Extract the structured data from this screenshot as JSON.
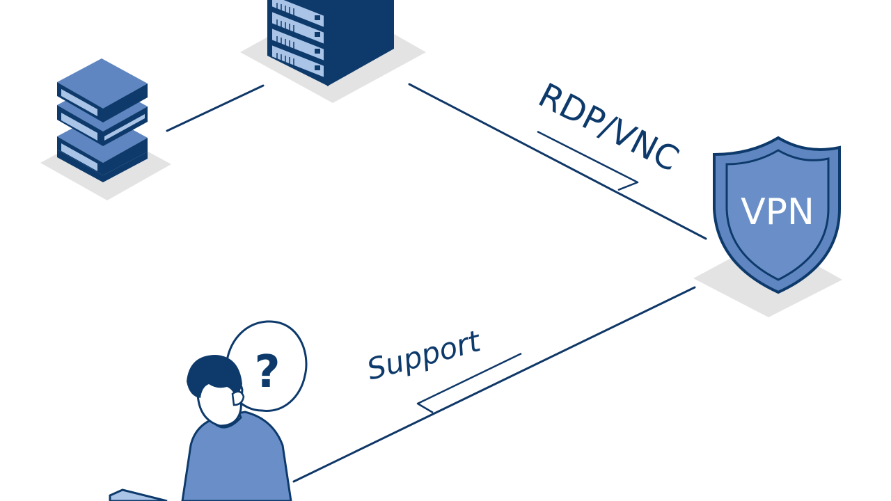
{
  "labels": {
    "rdp_vnc": "RDP/VNC",
    "vpn": "VPN",
    "support": "Support",
    "question": "?"
  },
  "colors": {
    "dark_navy": "#0d3a6b",
    "mid_blue": "#5f86c0",
    "light_blue": "#aac4e8",
    "shadow": "#e3e3e3",
    "line": "#0f3767"
  },
  "icons": {
    "rack_server": "rack-server-icon",
    "stacked_servers": "stacked-servers-icon",
    "vpn_shield": "shield-icon",
    "user": "person-icon",
    "speech_bubble": "speech-bubble-icon",
    "laptop": "laptop-icon"
  }
}
